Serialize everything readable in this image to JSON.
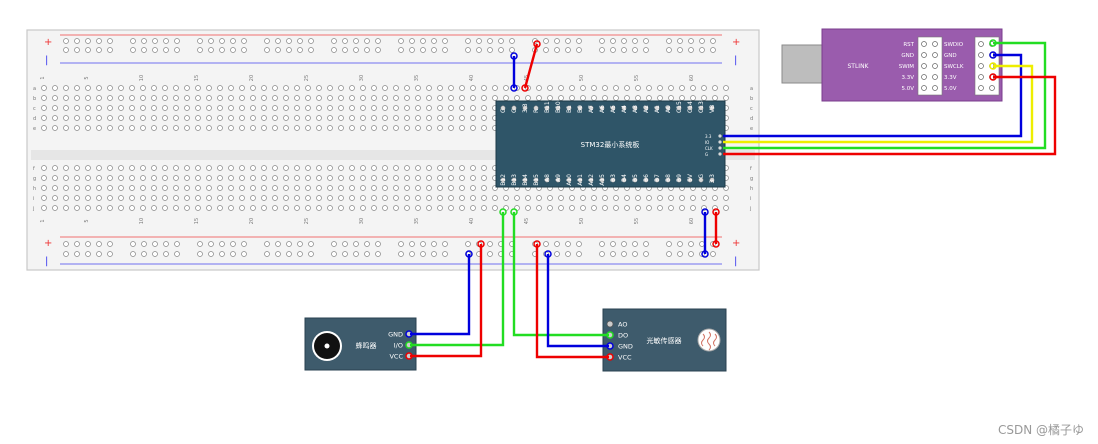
{
  "breadboard": {
    "plus": "+",
    "minus": "|",
    "row_letters": [
      "a",
      "b",
      "c",
      "d",
      "e",
      "f",
      "g",
      "h",
      "i",
      "j"
    ],
    "col_numbers": [
      "1",
      "5",
      "10",
      "15",
      "20",
      "25",
      "30",
      "35",
      "40",
      "45",
      "50",
      "55",
      "60"
    ]
  },
  "mcu": {
    "title": "STM32最小系统板",
    "top_pins": [
      "G",
      "G",
      "3.3",
      "R",
      "B11",
      "B10",
      "B1",
      "B0",
      "A7",
      "A6",
      "A5",
      "A4",
      "A3",
      "A2",
      "A1",
      "A0",
      "C15",
      "C14",
      "C13",
      "VB"
    ],
    "bottom_pins": [
      "B12",
      "B13",
      "B14",
      "B15",
      "A8",
      "A9",
      "A10",
      "A11",
      "A12",
      "A15",
      "B3",
      "B4",
      "B5",
      "B6",
      "B7",
      "B8",
      "B9",
      "5V",
      "G",
      "3.3"
    ],
    "side_pins": [
      "3.3",
      "IO",
      "CLK",
      "G"
    ]
  },
  "stlink": {
    "name": "STLINK",
    "left_labels": [
      "RST",
      "GND",
      "SWIM",
      "3.3V",
      "5.0V"
    ],
    "right_labels": [
      "SWDIO",
      "GND",
      "SWCLK",
      "3.3V",
      "5.0V"
    ]
  },
  "buzzer": {
    "name": "蜂鸣器",
    "pins": [
      "GND",
      "I/O",
      "VCC"
    ]
  },
  "light_sensor": {
    "name": "光敏传感器",
    "pins": [
      "AO",
      "DO",
      "GND",
      "VCC"
    ]
  },
  "colors": {
    "wire_blue": "#0000dd",
    "wire_red": "#ee0000",
    "wire_green": "#22dd22",
    "wire_yellow": "#eeee00",
    "mcu_body": "#2f5568",
    "module_body": "#3e5b6c",
    "stlink_body": "#9a5cad"
  },
  "watermark": "CSDN @橘子ゆ"
}
